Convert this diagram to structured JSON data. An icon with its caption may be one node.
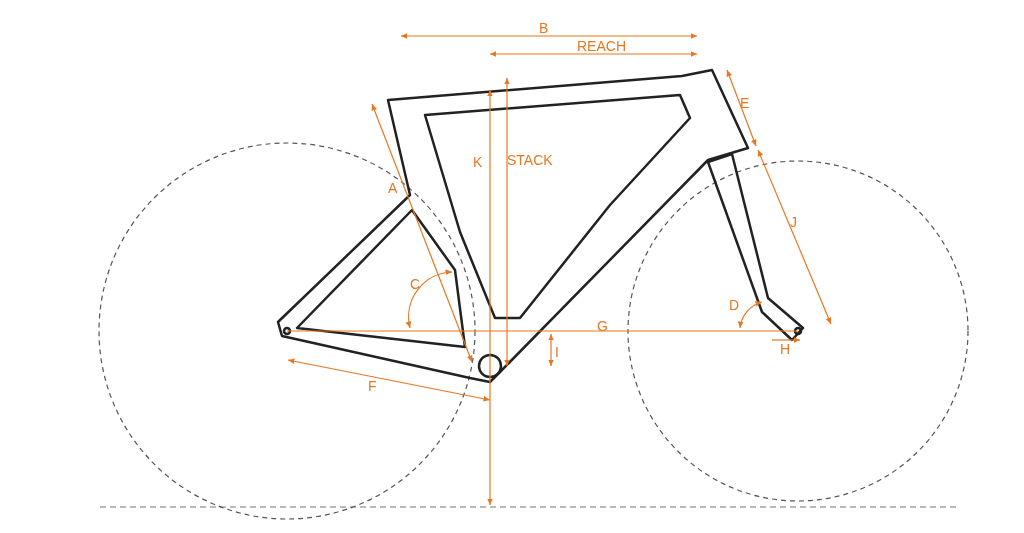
{
  "diagram": {
    "labels": [
      "B",
      "REACH",
      "E",
      "K",
      "STACK",
      "A",
      "J",
      "C",
      "D",
      "G",
      "I",
      "H",
      "F"
    ]
  }
}
